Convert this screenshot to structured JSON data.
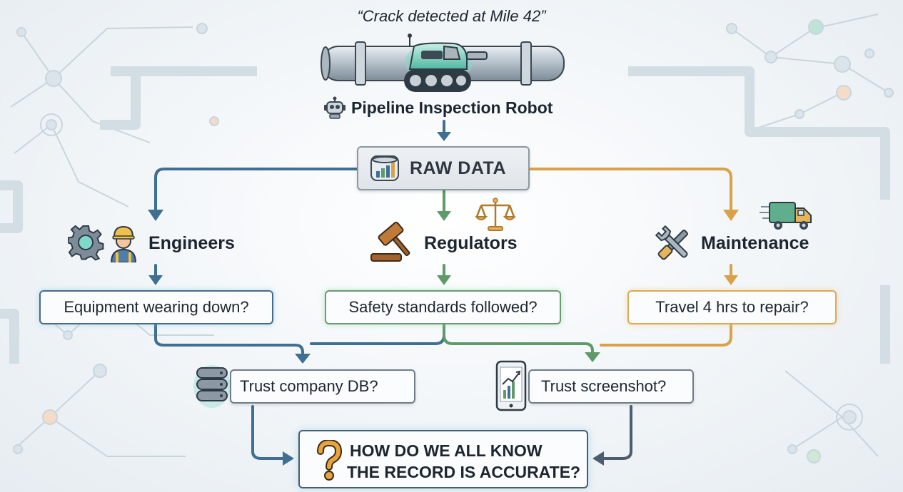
{
  "quote": "“Crack detected at Mile 42”",
  "robot": {
    "title": "Pipeline Inspection Robot",
    "icon": "robot-icon"
  },
  "raw_data": {
    "label": "RAW DATA",
    "icon": "database-chart-icon"
  },
  "groups": {
    "engineers": {
      "label": "Engineers",
      "question": "Equipment wearing down?",
      "icons": [
        "gear-icon",
        "worker-icon"
      ]
    },
    "regulators": {
      "label": "Regulators",
      "question": "Safety standards followed?",
      "icons": [
        "gavel-icon",
        "scales-icon"
      ]
    },
    "maintenance": {
      "label": "Maintenance",
      "question": "Travel 4 hrs to repair?",
      "icons": [
        "tools-icon",
        "truck-icon"
      ]
    }
  },
  "trust": {
    "db": {
      "label": "Trust company DB?",
      "icon": "server-stack-icon"
    },
    "screenshot": {
      "label": "Trust screenshot?",
      "icon": "phone-chart-icon"
    }
  },
  "final": {
    "line1": "HOW DO WE ALL KNOW",
    "line2": "THE RECORD IS ACCURATE?",
    "icon": "question-mark-icon"
  },
  "colors": {
    "blue_line": "#3f6f92",
    "green_line": "#5f9a6a",
    "orange_line": "#d9a24a",
    "dark_line": "#4c5e6c",
    "text": "#1d2630",
    "glow_teal": "#7fd8c8"
  }
}
